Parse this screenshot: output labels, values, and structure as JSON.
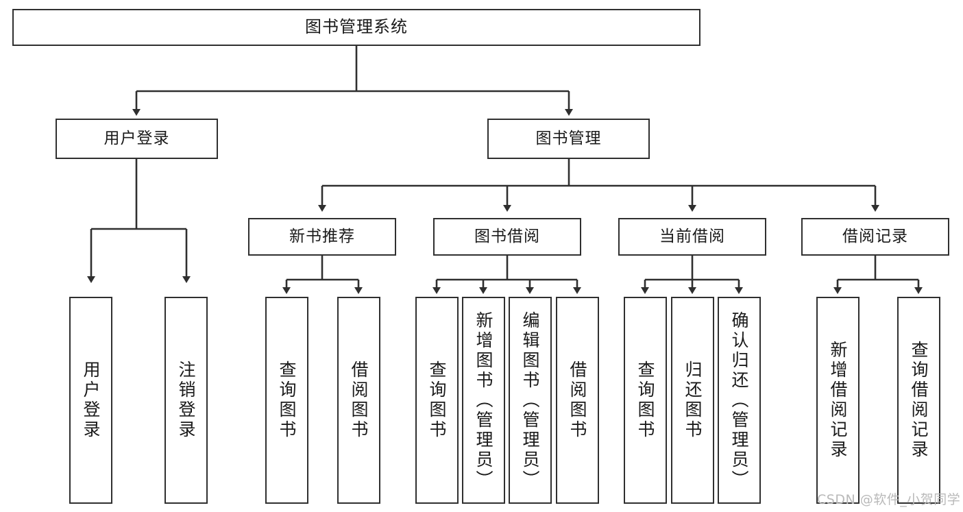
{
  "diagram": {
    "title": "图书管理系统",
    "type": "hierarchy-tree",
    "colors": {
      "background": "#ffffff",
      "node_border": "#2f2f2f",
      "node_fill": "#ffffff",
      "edge": "#2f2f2f",
      "text": "#1a1a1a",
      "watermark": "#b9b9b9"
    },
    "root": {
      "label": "图书管理系统"
    },
    "level2": [
      {
        "label": "用户登录"
      },
      {
        "label": "图书管理"
      }
    ],
    "level3": [
      {
        "label": "新书推荐"
      },
      {
        "label": "图书借阅"
      },
      {
        "label": "当前借阅"
      },
      {
        "label": "借阅记录"
      }
    ],
    "leaves": {
      "user_login": [
        {
          "label": "用户登录"
        },
        {
          "label": "注销登录"
        }
      ],
      "new_book": [
        {
          "label": "查询图书"
        },
        {
          "label": "借阅图书"
        }
      ],
      "book_borrow": [
        {
          "label": "查询图书"
        },
        {
          "label": "新增图书（管理员）"
        },
        {
          "label": "编辑图书（管理员）"
        },
        {
          "label": "借阅图书"
        }
      ],
      "current_borrow": [
        {
          "label": "查询图书"
        },
        {
          "label": "归还图书"
        },
        {
          "label": "确认归还（管理员）"
        }
      ],
      "borrow_record": [
        {
          "label": "新增借阅记录"
        },
        {
          "label": "查询借阅记录"
        }
      ]
    },
    "watermark": "CSDN @软件_小贺同学"
  }
}
